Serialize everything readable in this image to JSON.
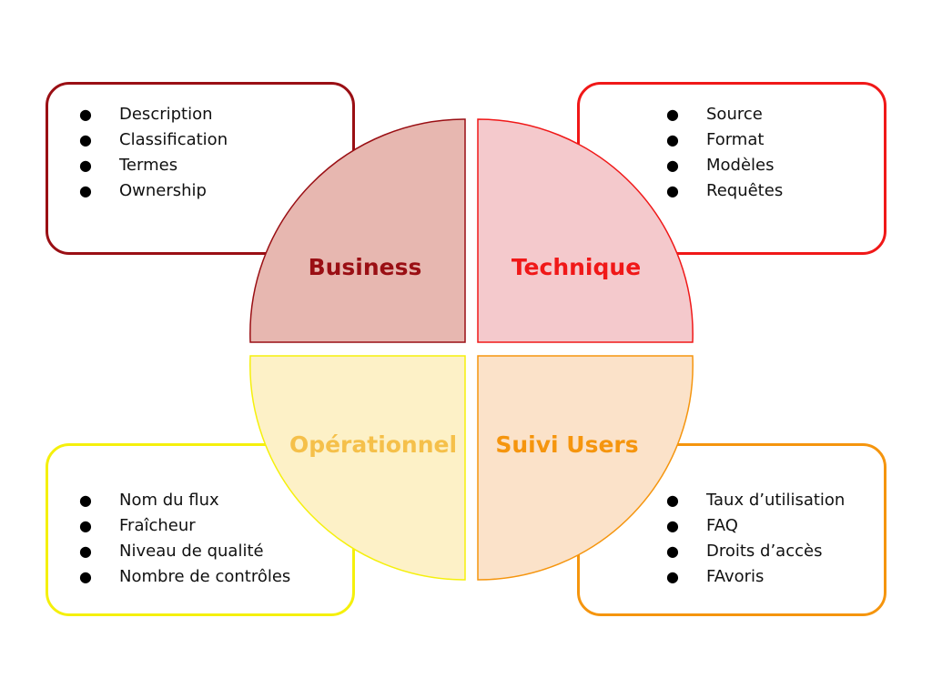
{
  "colors": {
    "business_border": "#9a0f14",
    "business_fill": "#e7b7b0",
    "business_text": "#9a0f14",
    "technique_border": "#f01818",
    "technique_fill": "#f4c9cc",
    "technique_text": "#f01818",
    "operationnel_border": "#f5f00c",
    "operationnel_fill": "#fdf1c7",
    "operationnel_text": "#f5c04a",
    "suivi_border": "#f5950e",
    "suivi_fill": "#fbe2c9",
    "suivi_text": "#f5950e"
  },
  "quadrants": {
    "business": {
      "label": "Business",
      "items": [
        "Description",
        "Classification",
        "Termes",
        "Ownership"
      ]
    },
    "technique": {
      "label": "Technique",
      "items": [
        "Source",
        "Format",
        "Modèles",
        "Requêtes"
      ]
    },
    "operationnel": {
      "label": "Opérationnel",
      "items": [
        "Nom du flux",
        "Fraîcheur",
        "Niveau de qualité",
        "Nombre de contrôles"
      ]
    },
    "suivi": {
      "label": "Suivi Users",
      "items": [
        "Taux d’utilisation",
        "FAQ",
        "Droits d’accès",
        "FAvoris"
      ]
    }
  }
}
